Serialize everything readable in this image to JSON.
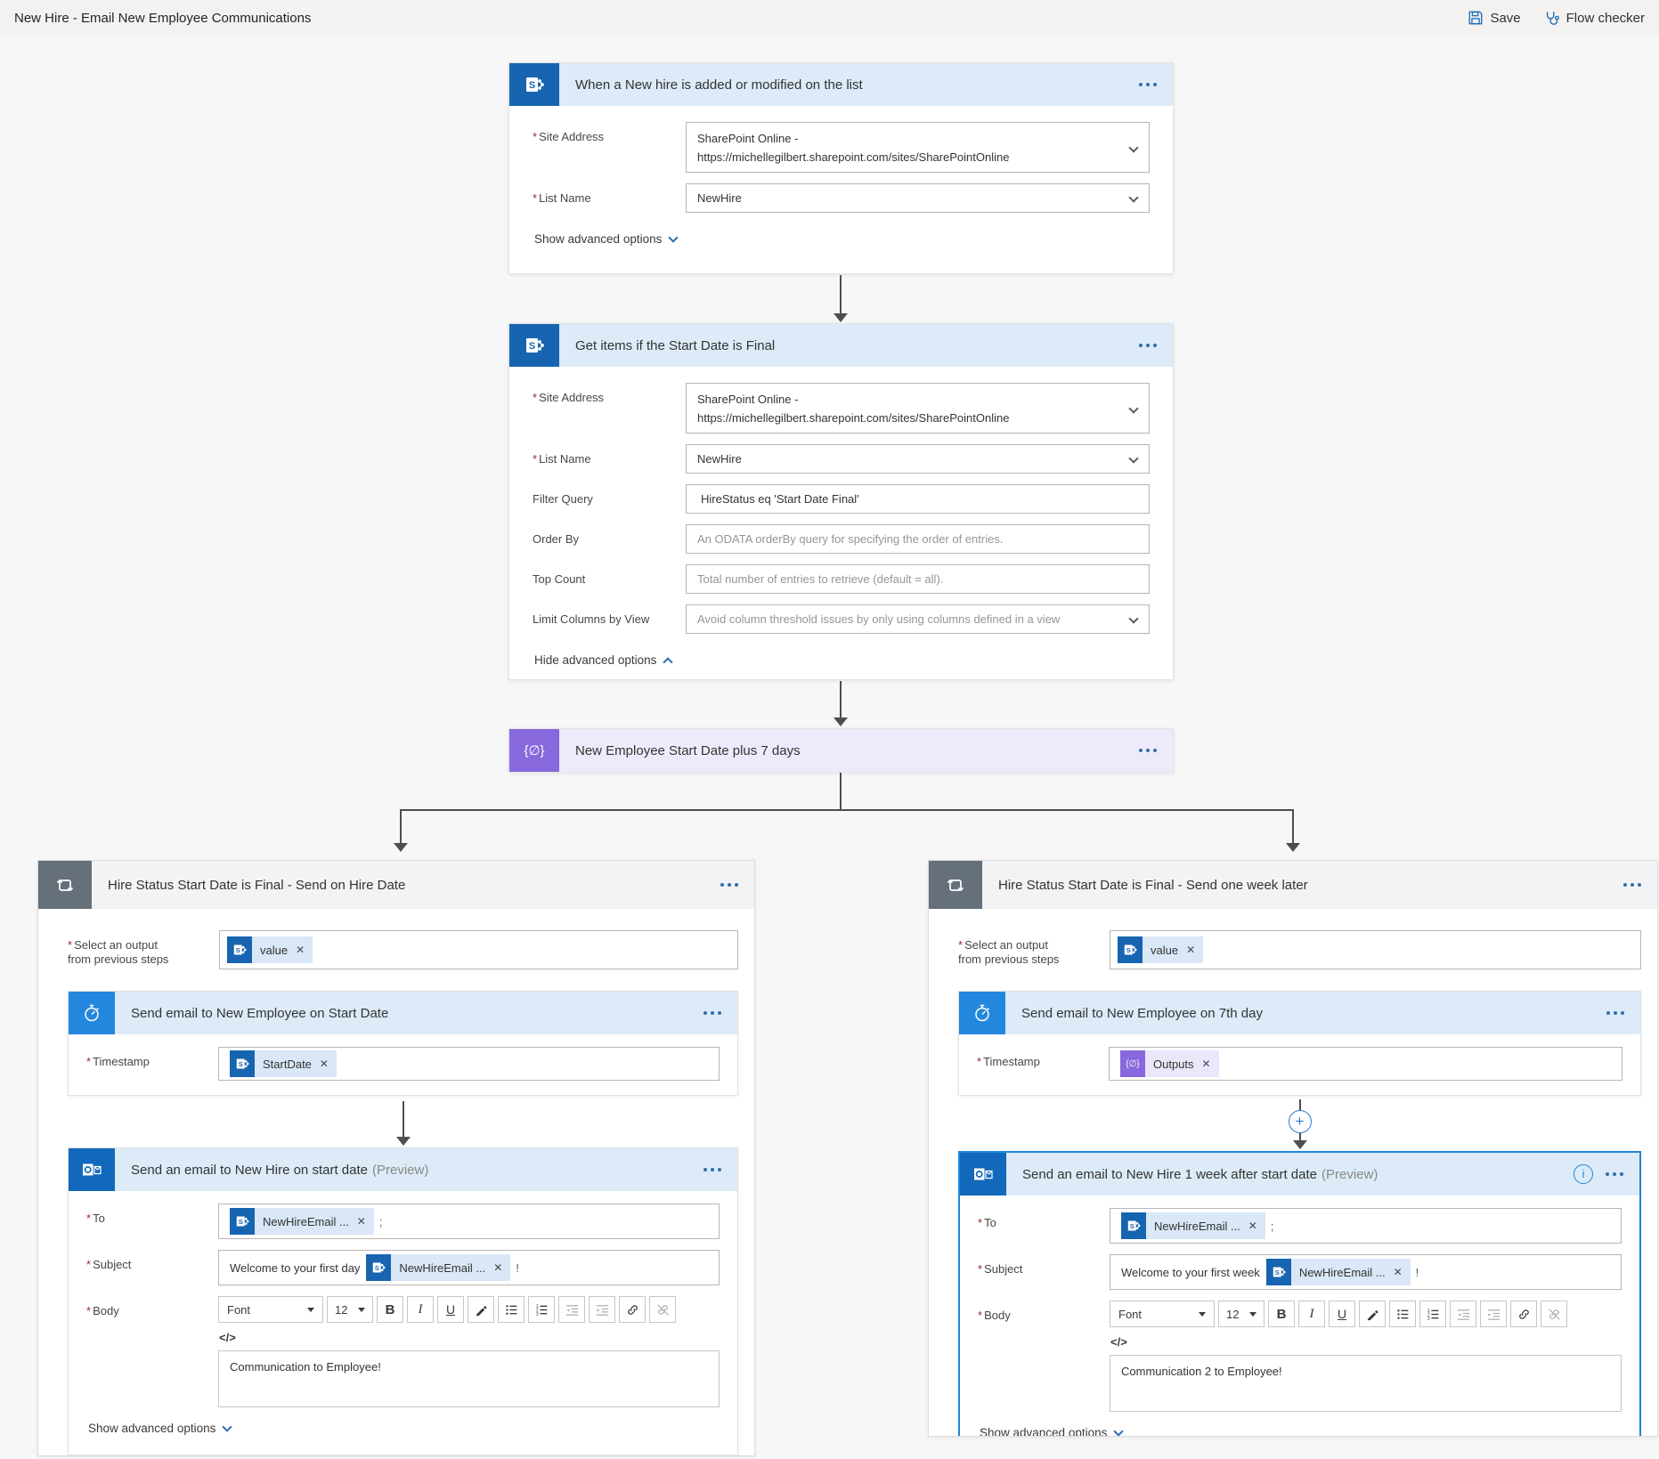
{
  "ui": {
    "req": "*"
  },
  "topbar": {
    "title": "New Hire - Email New Employee Communications",
    "save": "Save",
    "flow_checker": "Flow checker"
  },
  "trigger": {
    "title": "When a New hire is added or modified on the list",
    "site_address_label": "Site Address",
    "site_address_value_line1": "SharePoint Online -",
    "site_address_value_line2": "https://michellegilbert.sharepoint.com/sites/SharePointOnline",
    "list_name_label": "List Name",
    "list_name_value": "NewHire",
    "advanced_link": "Show advanced options"
  },
  "get_items": {
    "title": "Get items if the Start Date is Final",
    "site_address_label": "Site Address",
    "site_address_value_line1": "SharePoint Online -",
    "site_address_value_line2": "https://michellegilbert.sharepoint.com/sites/SharePointOnline",
    "list_name_label": "List Name",
    "list_name_value": "NewHire",
    "filter_query_label": "Filter Query",
    "filter_query_value": "HireStatus eq 'Start Date Final'",
    "order_by_label": "Order By",
    "order_by_placeholder": "An ODATA orderBy query for specifying the order of entries.",
    "top_count_label": "Top Count",
    "top_count_placeholder": "Total number of entries to retrieve (default = all).",
    "limit_columns_label": "Limit Columns by View",
    "limit_columns_placeholder": "Avoid column threshold issues by only using columns defined in a view",
    "advanced_link": "Hide advanced options"
  },
  "compose": {
    "title": "New Employee Start Date plus 7 days"
  },
  "left": {
    "title": "Hire Status Start Date is Final - Send on Hire Date",
    "select_output_label1": "Select an output",
    "select_output_label2": "from previous steps",
    "select_output_token": "value",
    "delay": {
      "title": "Send email to New Employee on Start Date",
      "timestamp_label": "Timestamp",
      "timestamp_token": "StartDate"
    },
    "email": {
      "title": "Send an email to New Hire on start date",
      "preview": "(Preview)",
      "to_label": "To",
      "to_token": "NewHireEmail ...",
      "to_suffix": ";",
      "subject_label": "Subject",
      "subject_prefix": "Welcome to your first day",
      "subject_token": "NewHireEmail ...",
      "subject_suffix": "!",
      "body_label": "Body",
      "body_value": "Communication to Employee!",
      "advanced_link": "Show advanced options"
    }
  },
  "right": {
    "title": "Hire Status Start Date is Final - Send one week later",
    "select_output_label1": "Select an output",
    "select_output_label2": "from previous steps",
    "select_output_token": "value",
    "delay": {
      "title": "Send email to New Employee on 7th day",
      "timestamp_label": "Timestamp",
      "timestamp_token": "Outputs"
    },
    "email": {
      "title": "Send an email to New Hire 1 week after start date",
      "preview": "(Preview)",
      "to_label": "To",
      "to_token": "NewHireEmail ...",
      "to_suffix": ";",
      "subject_label": "Subject",
      "subject_prefix": "Welcome to your first week",
      "subject_token": "NewHireEmail ...",
      "subject_suffix": "!",
      "body_label": "Body",
      "body_value": "Communication 2 to Employee!",
      "advanced_link": "Show advanced options"
    }
  },
  "editor": {
    "font": "Font",
    "size": "12",
    "bold": "B",
    "italic": "I",
    "underline": "U",
    "code": "</>"
  },
  "compose_glyph": "{∅}",
  "colors": {
    "sharepoint_blue": "#1765b0",
    "delay_blue": "#2387dd",
    "outlook_blue": "#1269bb",
    "compose_purple": "#8768dd",
    "scope_gray": "#65707b",
    "accent_blue": "#1f87d7",
    "header_blue": "#dcebf7",
    "header_purple": "#efeafb"
  }
}
